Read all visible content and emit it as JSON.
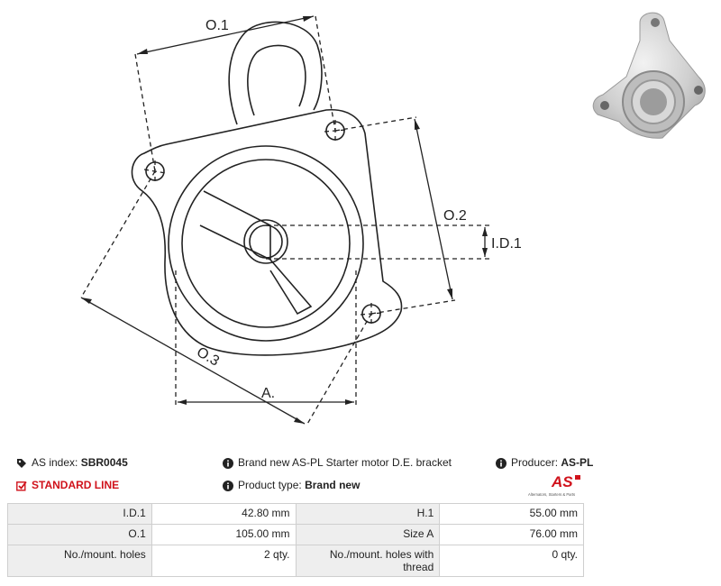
{
  "drawing": {
    "dimension_labels": {
      "o1": "O.1",
      "o2": "O.2",
      "o3": "O.3",
      "id1": "I.D.1",
      "a": "A."
    }
  },
  "info": {
    "index_label": "AS index:",
    "index_value": "SBR0045",
    "description": "Brand new AS-PL Starter motor D.E. bracket",
    "producer_label": "Producer:",
    "producer_value": "AS-PL",
    "line": "STANDARD LINE",
    "product_type_label": "Product type:",
    "product_type_value": "Brand new"
  },
  "logo": {
    "mark": "AS",
    "tagline": "Alternators, Starters & Parts"
  },
  "specs": [
    {
      "k1": "I.D.1",
      "v1": "42.80 mm",
      "k2": "H.1",
      "v2": "55.00 mm"
    },
    {
      "k1": "O.1",
      "v1": "105.00 mm",
      "k2": "Size A",
      "v2": "76.00 mm"
    },
    {
      "k1": "No./mount. holes",
      "v1": "2 qty.",
      "k2": "No./mount. holes with thread",
      "v2": "0 qty."
    }
  ],
  "colors": {
    "accent": "#d0121b",
    "line": "#222222"
  },
  "icons": {
    "index": "tag-icon",
    "info": "info-circle-icon",
    "line": "checkbox-icon"
  }
}
